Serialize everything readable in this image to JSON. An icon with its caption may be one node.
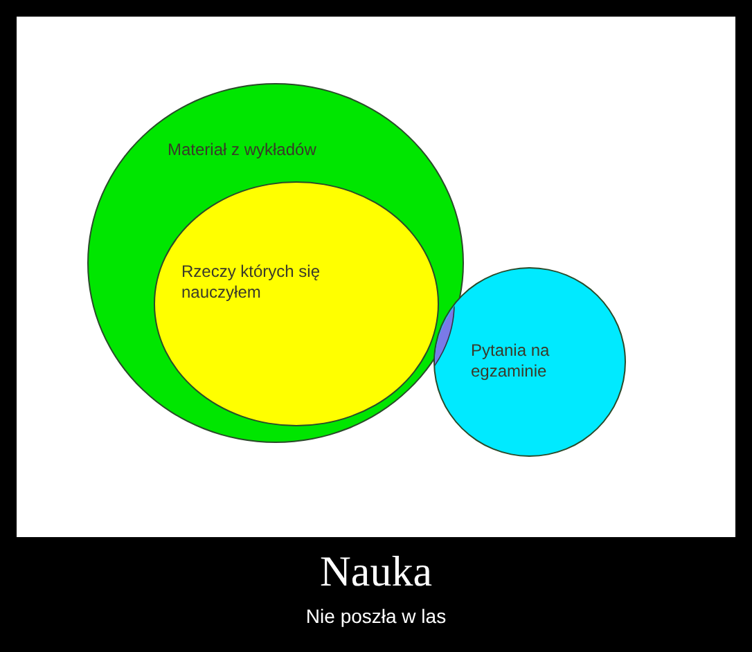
{
  "diagram": {
    "title": "Nauka",
    "caption": "Nie poszła w las",
    "nodes": [
      {
        "text": [
          "Materiał z wykładów"
        ]
      },
      {
        "text": [
          "Rzeczy których się nauczyłem"
        ],
        "in": 0
      },
      {
        "text": [
          "Pytania na egzaminie"
        ]
      }
    ]
  }
}
